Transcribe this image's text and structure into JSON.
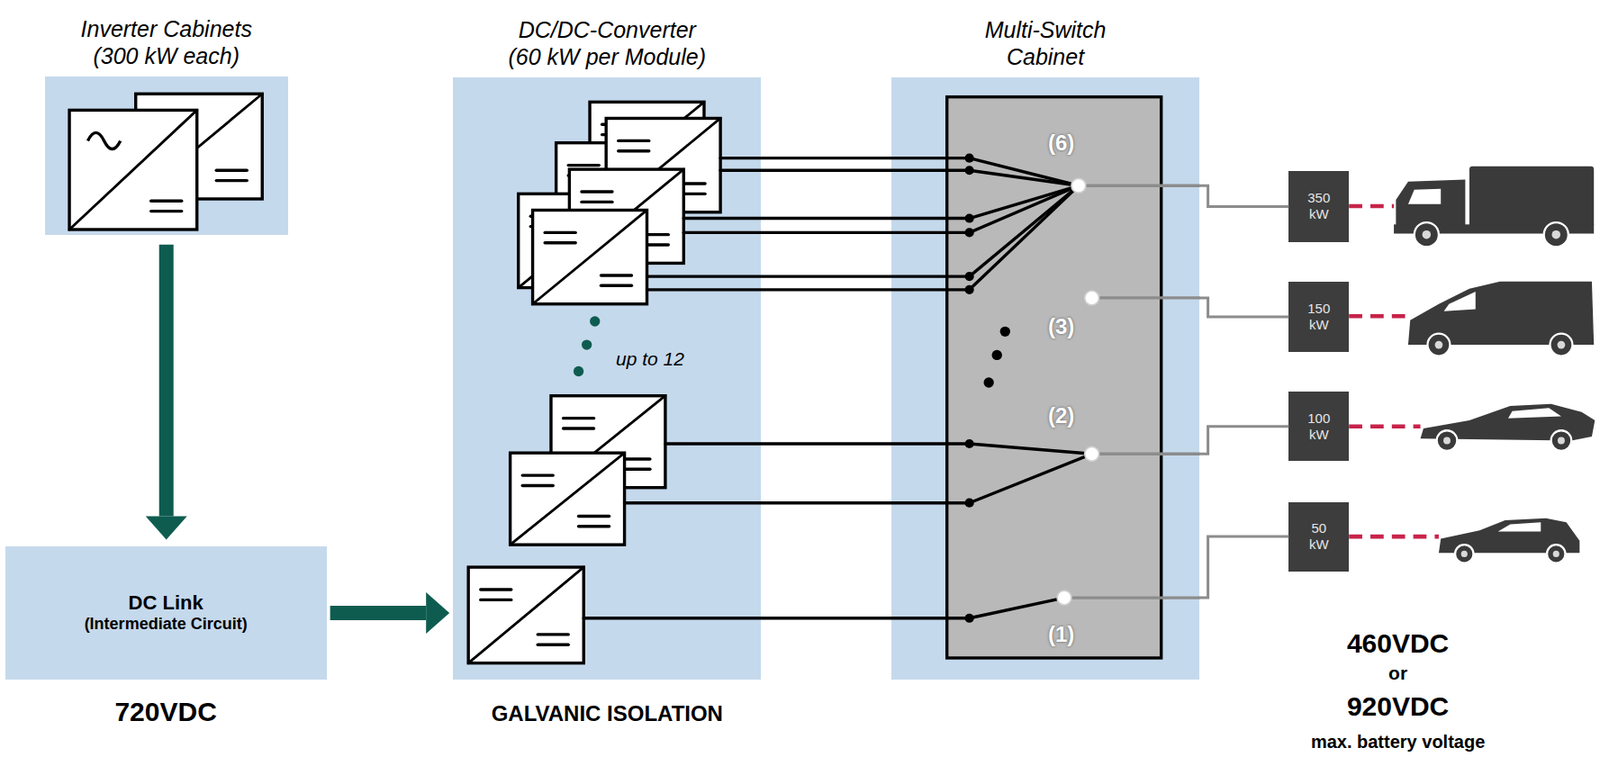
{
  "diagram": {
    "nodes": [
      {
        "text": [
          "Inverter Cabinets (300 kW each)"
        ]
      },
      {
        "text": [
          "DC Link",
          "(Intermediate Circuit)",
          "720VDC"
        ]
      },
      {
        "text": [
          "DC/DC-Converter (60 kW per Module)",
          "GALVANIC ISOLATION"
        ]
      },
      {
        "text": [
          "Multi-Switch Cabinet"
        ]
      },
      {
        "text": [
          "350 kW"
        ]
      },
      {
        "text": [
          "150 kW"
        ]
      },
      {
        "text": [
          "100 kW"
        ]
      },
      {
        "text": [
          "50 kW"
        ]
      }
    ],
    "edges": [
      {
        "from": 0,
        "to": 1,
        "arrow": "to"
      },
      {
        "from": 1,
        "to": 2,
        "arrow": "to"
      },
      {
        "from": 3,
        "to": 4,
        "arrow": "none"
      },
      {
        "from": 3,
        "to": 5,
        "arrow": "none"
      },
      {
        "from": 3,
        "to": 6,
        "arrow": "none"
      },
      {
        "from": 3,
        "to": 7,
        "arrow": "none"
      }
    ],
    "labels": [
      "(6)",
      "(3)",
      "(2)",
      "(1)",
      "up to 12",
      "460VDC",
      "or",
      "920VDC",
      "max. battery voltage"
    ]
  }
}
